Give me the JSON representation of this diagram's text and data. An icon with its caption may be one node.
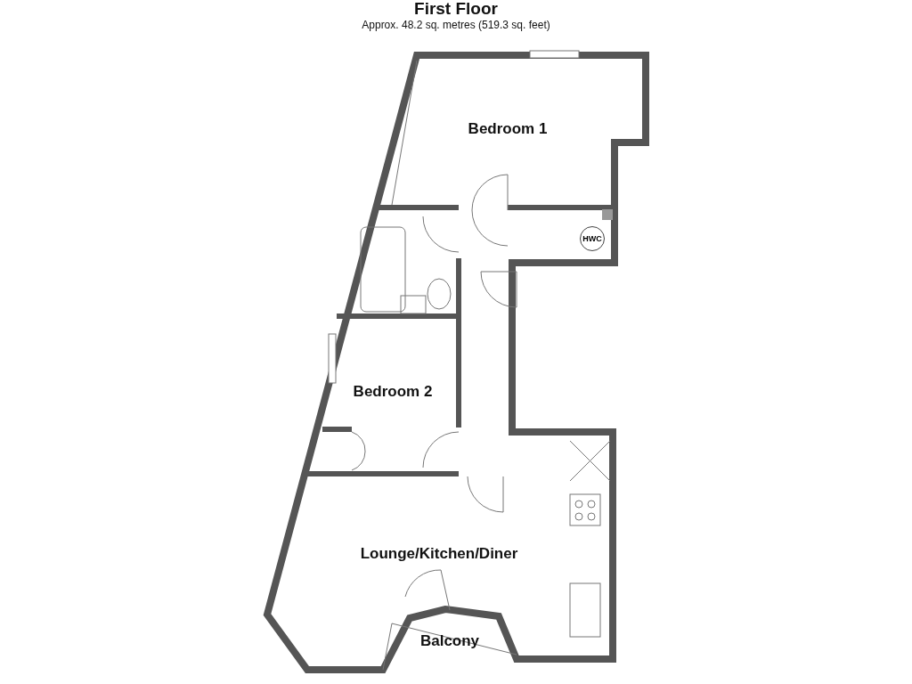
{
  "diagram": {
    "title": "First Floor",
    "caption": "Approx. 48.2 sq. metres (519.3 sq. feet)",
    "nodes": [
      {
        "text": [
          "HWC"
        ]
      }
    ],
    "edges": [],
    "labels": [
      "Bedroom 1",
      "Bedroom 2",
      "Lounge/Kitchen/Diner",
      "Balcony"
    ]
  }
}
